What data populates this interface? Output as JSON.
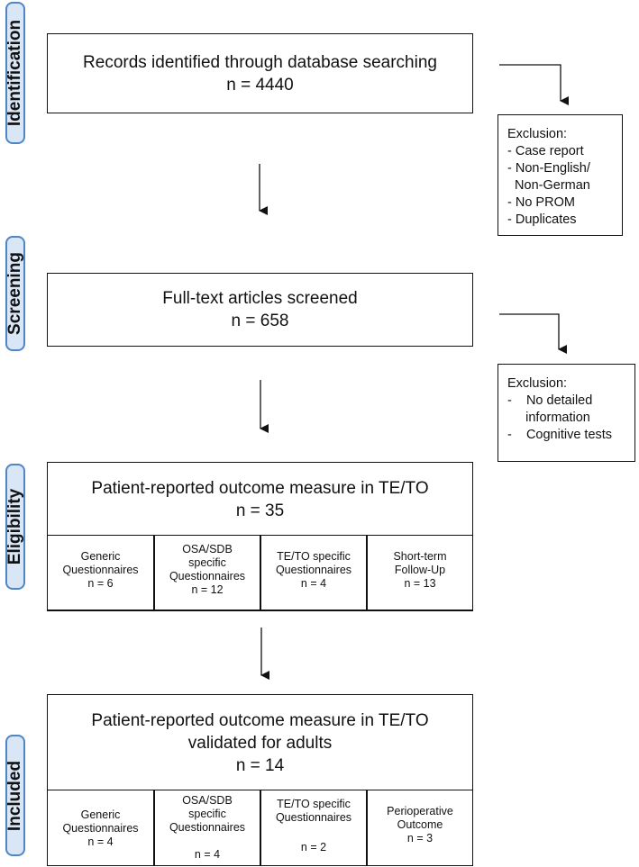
{
  "stages": {
    "identification": "Identification",
    "screening": "Screening",
    "eligibility": "Eligibility",
    "included": "Included"
  },
  "boxes": {
    "records": {
      "line1": "Records identified through database searching",
      "line2": "n = 4440"
    },
    "fulltext": {
      "line1": "Full-text articles screened",
      "line2": "n = 658"
    },
    "prom": {
      "line1": "Patient-reported outcome measure in TE/TO",
      "line2": "n = 35"
    },
    "validated": {
      "line1": "Patient-reported outcome measure in TE/TO",
      "line2": "validated for adults",
      "line3": "n = 14"
    }
  },
  "exclusion1": {
    "title": "Exclusion:",
    "items": [
      "- Case report",
      "- Non-English/",
      "  Non-German",
      "- No PROM",
      "- Duplicates"
    ]
  },
  "exclusion2": {
    "title": "Exclusion:",
    "items": [
      "-    No detailed",
      "     information",
      "-    Cognitive tests"
    ]
  },
  "eligibility_sub": [
    {
      "lines": [
        "Generic",
        "Questionnaires",
        "n = 6"
      ]
    },
    {
      "lines": [
        "OSA/SDB",
        "specific",
        "Questionnaires",
        "n = 12"
      ]
    },
    {
      "lines": [
        "TE/TO specific",
        "Questionnaires",
        "n = 4"
      ]
    },
    {
      "lines": [
        "Short-term",
        "Follow-Up",
        "n = 13"
      ]
    }
  ],
  "included_sub": [
    {
      "lines": [
        "Generic",
        "Questionnaires",
        "n = 4"
      ]
    },
    {
      "lines": [
        "OSA/SDB",
        "specific",
        "Questionnaires",
        "",
        "n = 4"
      ]
    },
    {
      "lines": [
        "TE/TO specific",
        "Questionnaires",
        "",
        "n = 2"
      ]
    },
    {
      "lines": [
        "Perioperative",
        "Outcome",
        "n = 3"
      ]
    }
  ]
}
